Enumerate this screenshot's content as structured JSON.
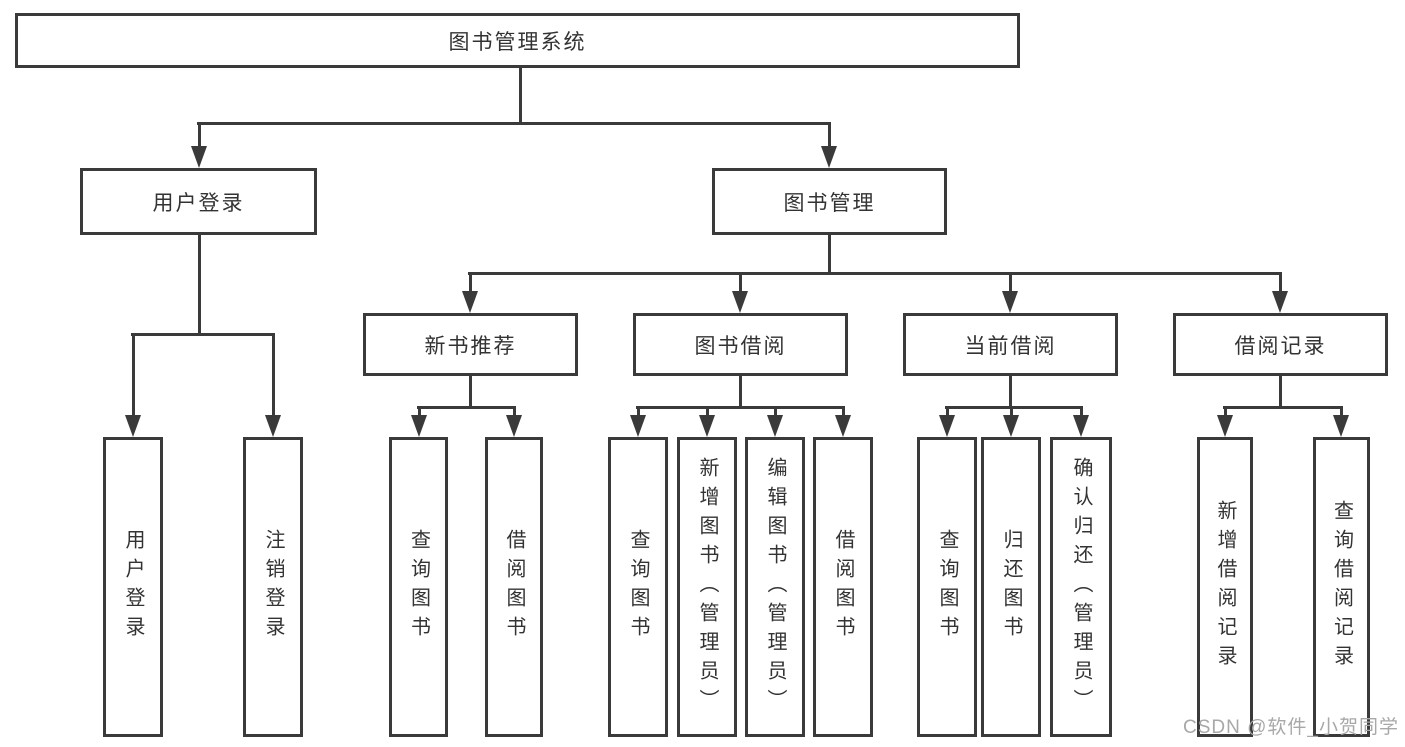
{
  "diagram_type": "hierarchy-tree",
  "tree": {
    "label": "图书管理系统",
    "children": [
      {
        "label": "用户登录",
        "children": [
          {
            "label": "用户登录"
          },
          {
            "label": "注销登录"
          }
        ]
      },
      {
        "label": "图书管理",
        "children": [
          {
            "label": "新书推荐",
            "children": [
              {
                "label": "查询图书"
              },
              {
                "label": "借阅图书"
              }
            ]
          },
          {
            "label": "图书借阅",
            "children": [
              {
                "label": "查询图书"
              },
              {
                "label": "新增图书（管理员）"
              },
              {
                "label": "编辑图书（管理员）"
              },
              {
                "label": "借阅图书"
              }
            ]
          },
          {
            "label": "当前借阅",
            "children": [
              {
                "label": "查询图书"
              },
              {
                "label": "归还图书"
              },
              {
                "label": "确认归还（管理员）"
              }
            ]
          },
          {
            "label": "借阅记录",
            "children": [
              {
                "label": "新增借阅记录"
              },
              {
                "label": "查询借阅记录"
              }
            ]
          }
        ]
      }
    ]
  },
  "watermark": {
    "text": "CSDN @软件_小贺同学"
  },
  "colors": {
    "line": "#3a3a3a",
    "text": "#333333",
    "box_fill": "#ffffff",
    "watermark": "#a8a8a8",
    "background": "#ffffff"
  }
}
